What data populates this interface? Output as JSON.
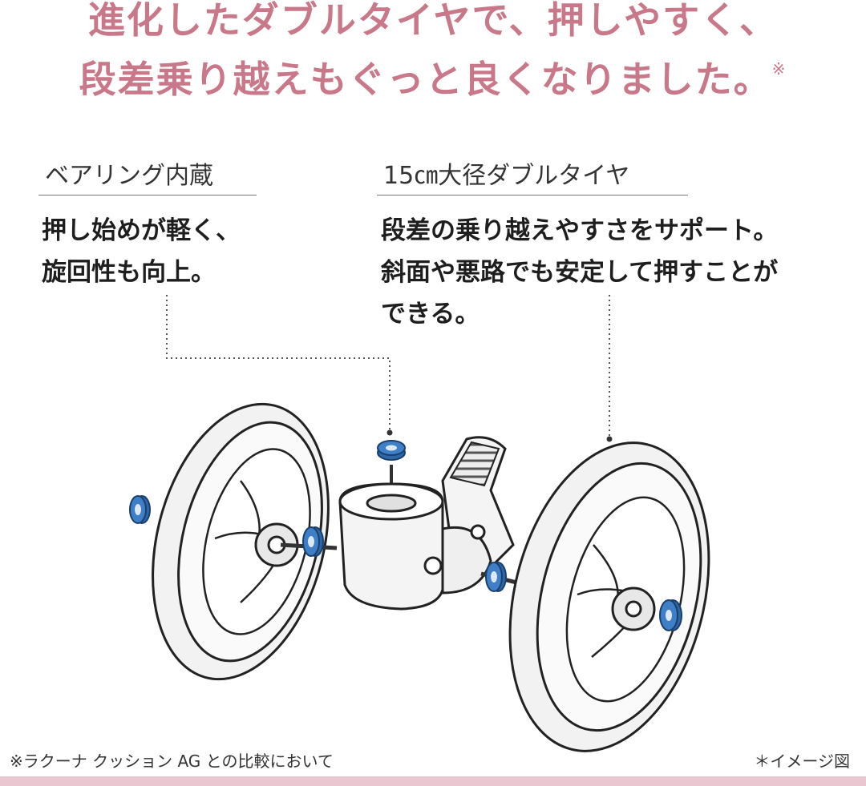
{
  "headline": {
    "line1": "進化したダブルタイヤで、押しやすく、",
    "line2": "段差乗り越えもぐっと良くなりました。",
    "mark": "※"
  },
  "callouts": [
    {
      "title": "ベアリング内蔵",
      "body": [
        "押し始めが軽く、",
        "旋回性も向上。"
      ]
    },
    {
      "title": "15㎝大径ダブルタイヤ",
      "body": [
        "段差の乗り越えやすさをサポート。",
        "斜面や悪路でも安定して押すことが",
        "できる。"
      ]
    }
  ],
  "footnotes": {
    "left": "※ラクーナ クッション AG との比較において",
    "right": "＊イメージ図"
  },
  "colors": {
    "headline": "#c9788a",
    "bearing": "#3f7fc8",
    "bottom_bar": "#e9c6d0"
  }
}
